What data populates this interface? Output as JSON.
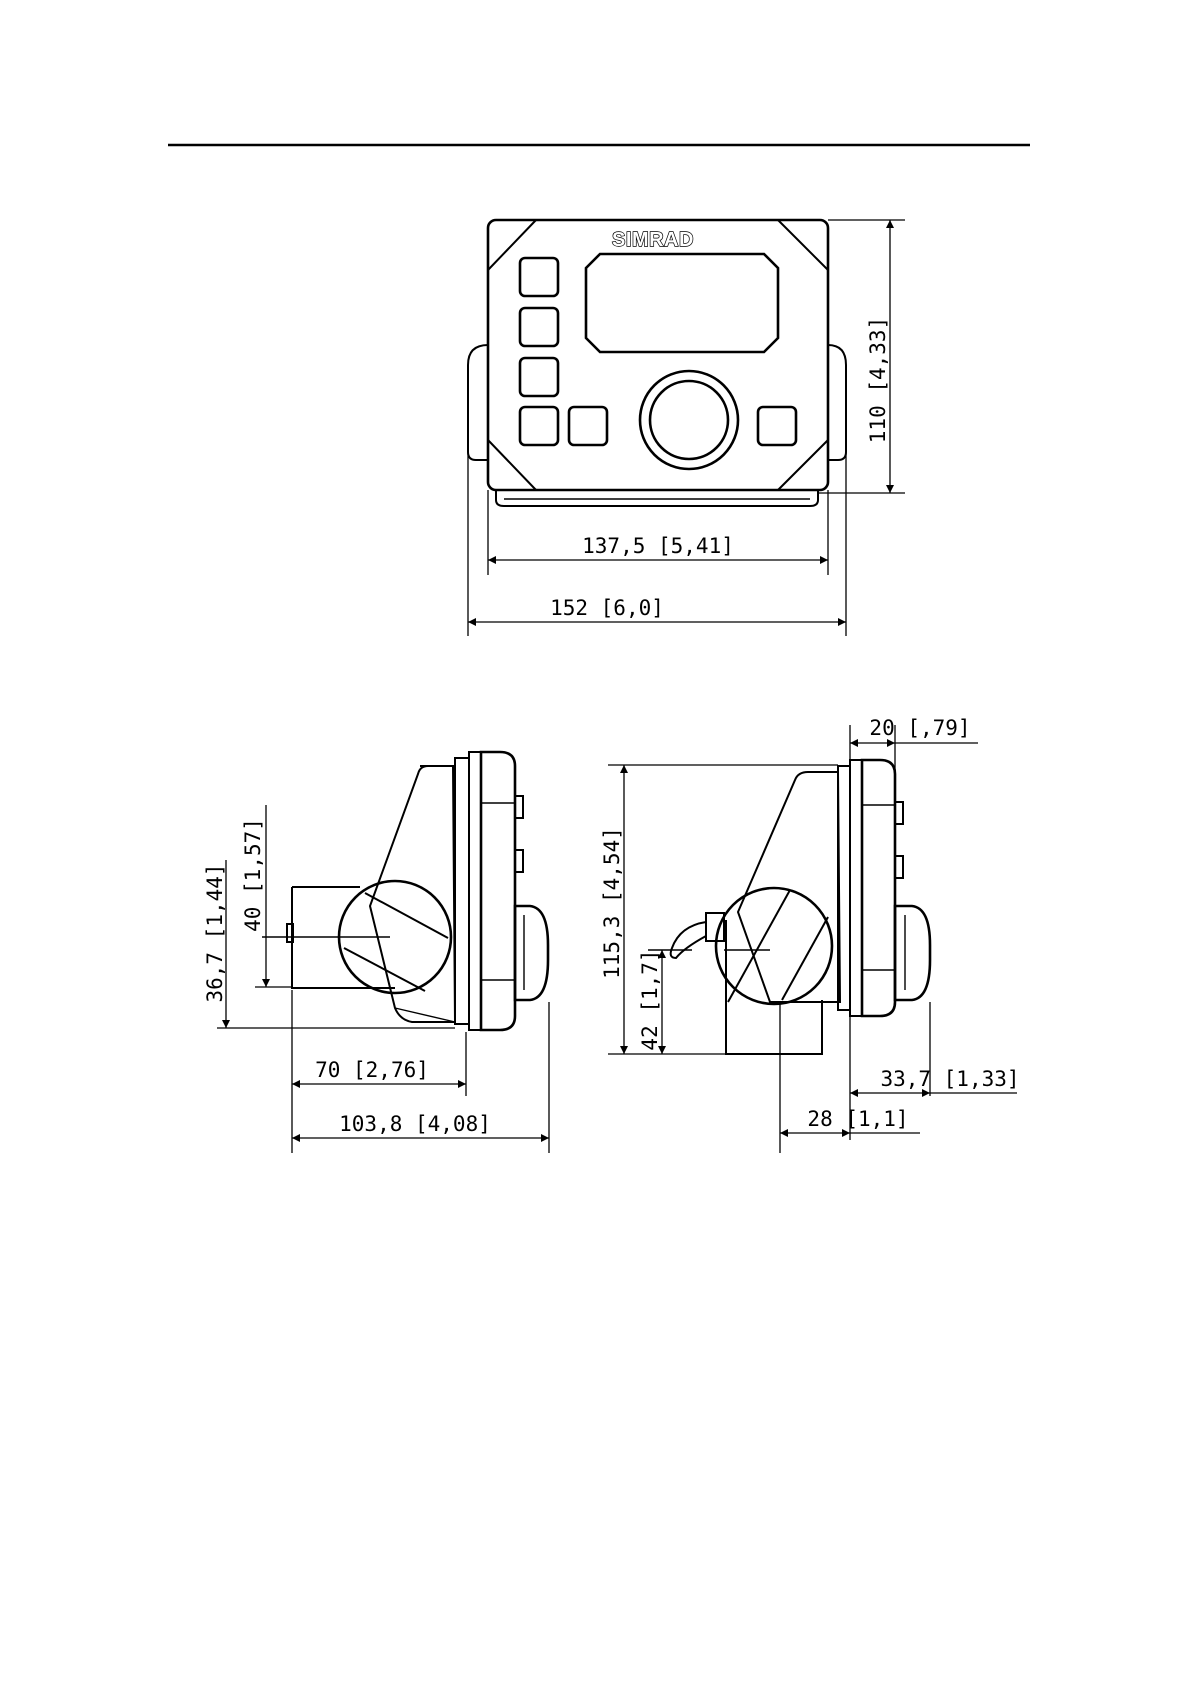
{
  "brand": "SIMRAD",
  "front_view": {
    "height_label": "110 [4,33]",
    "face_width_label": "137,5 [5,41]",
    "overall_width_label": "152 [6,0]"
  },
  "side_view_left": {
    "height_label_a": "36,7 [1,44]",
    "height_label_b": "40 [1,57]",
    "depth_label_a": "70 [2,76]",
    "depth_label_b": "103,8 [4,08]"
  },
  "side_view_right": {
    "height_total_label": "115,3 [4,54]",
    "bracket_height_label": "42 [1,7]",
    "top_depth_label": "20 [,79]",
    "knob_depth_label": "33,7 [1,33]",
    "bracket_offset_label": "28 [1,1]"
  }
}
